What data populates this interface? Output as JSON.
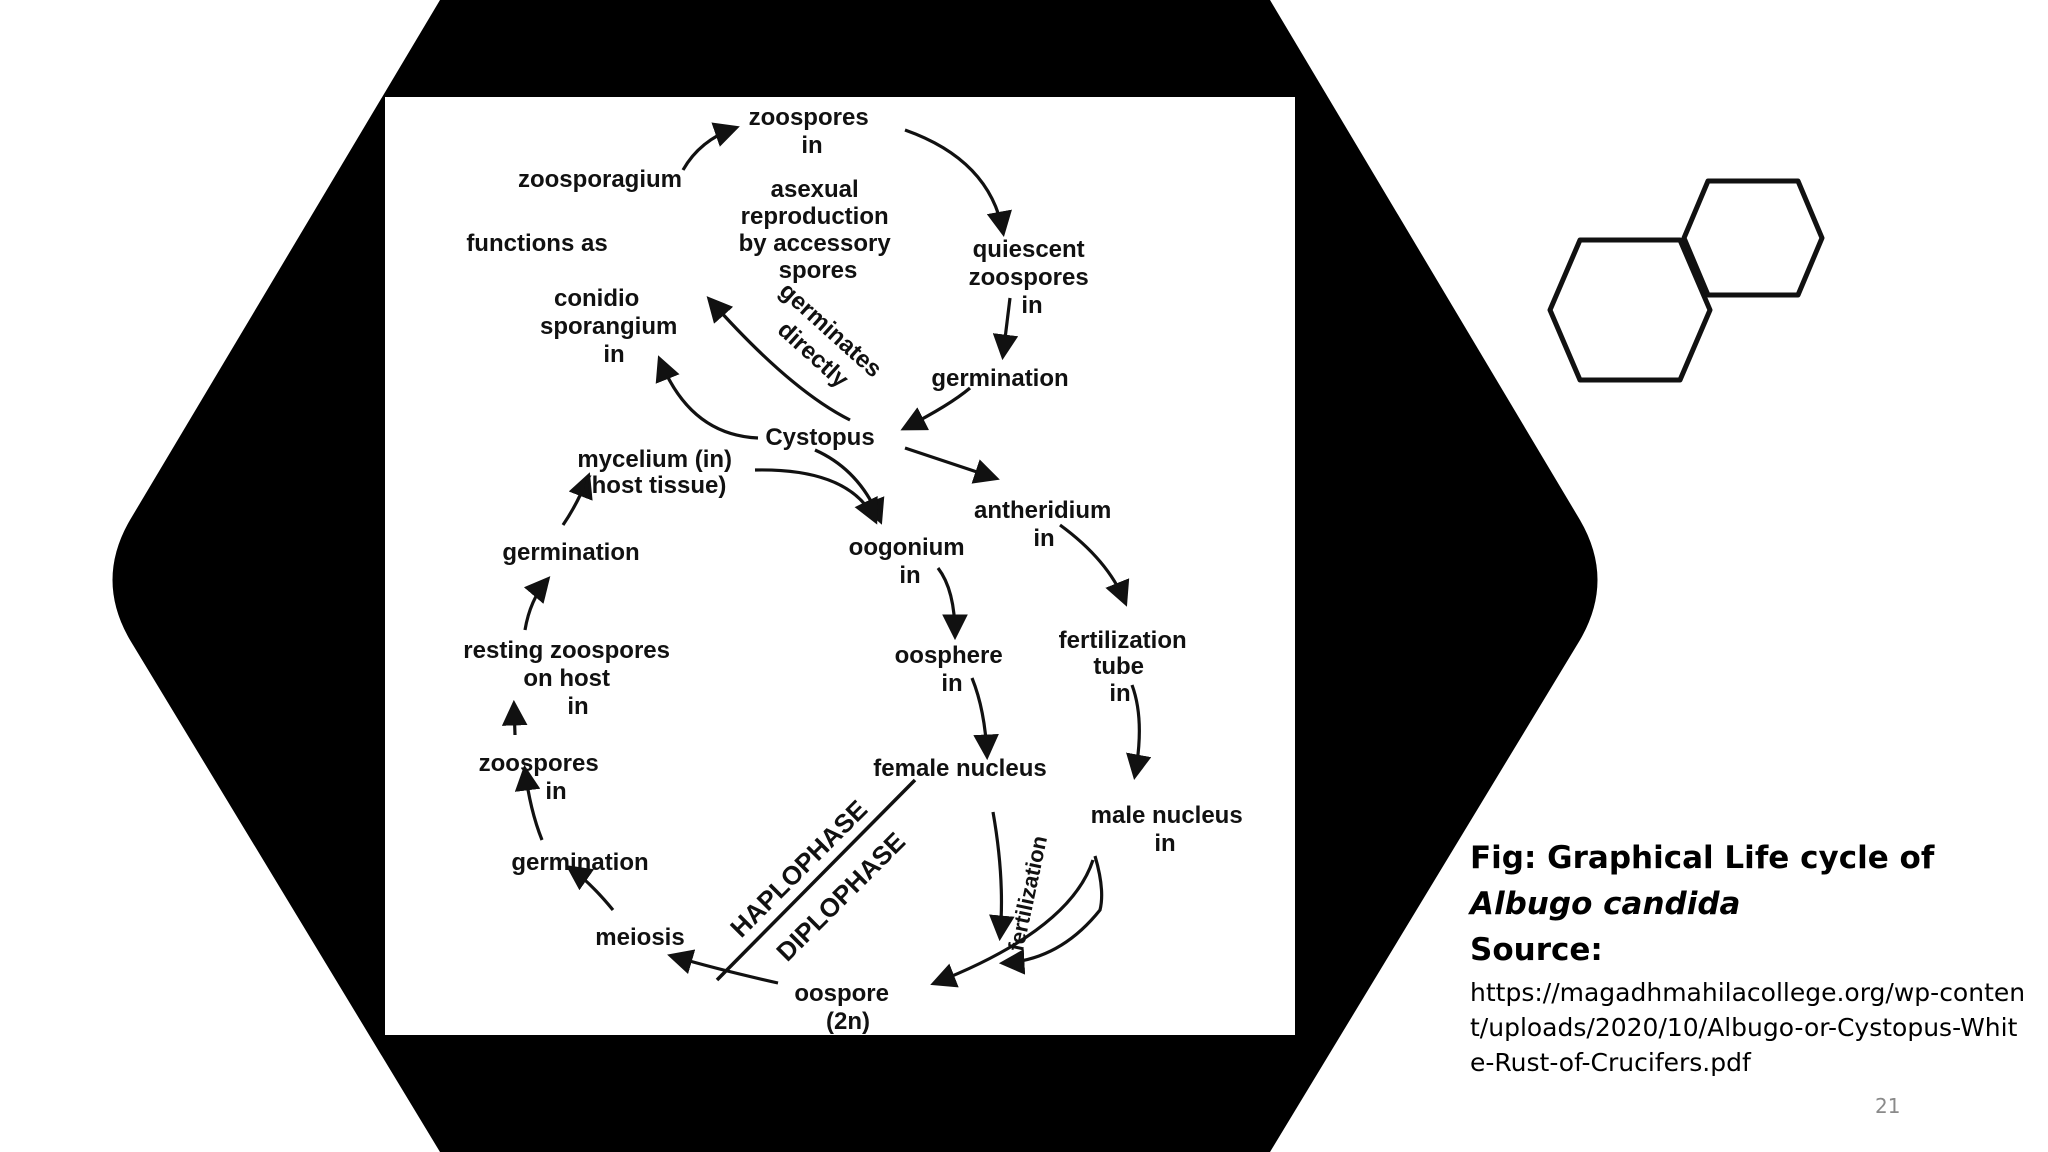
{
  "diagram": {
    "cystopus": "Cystopus",
    "asexual": [
      "asexual",
      "reproduction",
      "by accessory",
      "spores"
    ],
    "zoospores_top": [
      "zoospores",
      "in"
    ],
    "zoosporangium": "zoosporagium",
    "functions_as": "functions  as",
    "conidiosporangium": [
      "conidio",
      "sporangium",
      "in"
    ],
    "germinates_directly": [
      "germinates",
      "directly"
    ],
    "quiescent": [
      "quiescent",
      "zoospores",
      "in"
    ],
    "germination_top": "germination",
    "mycelium": [
      "mycelium   (in)",
      "(host  tissue)"
    ],
    "antheridium": [
      "antheridium",
      "in"
    ],
    "oogonium": [
      "oogonium",
      "in"
    ],
    "germination_left": "germination",
    "resting": [
      "resting zoospores",
      "on host",
      "in"
    ],
    "oosphere": [
      "oosphere",
      "in"
    ],
    "fertilization_tube": [
      "fertilization",
      "tube",
      "in"
    ],
    "female_nucleus": "female nucleus",
    "zoospores_left": [
      "zoospores",
      "in"
    ],
    "male_nucleus": [
      "male  nucleus",
      "in"
    ],
    "germination_bottom": "germination",
    "haplophase": "HAPLOPHASE",
    "diplophase": "DIPLOPHASE",
    "fertilization": "fertilization",
    "meiosis": "meiosis",
    "oospore": [
      "oospore",
      "(2n)"
    ]
  },
  "caption": {
    "title_prefix": "Fig: Graphical Life cycle of ",
    "title_species": "Albugo candida",
    "source_label": "Source:",
    "source_url": "https://magadhmahilacollege.org/wp-content/uploads/2020/10/Albugo-or-Cystopus-White-Rust-of-Crucifers.pdf"
  },
  "slide_number": "21",
  "colors": {
    "background": "#ffffff",
    "hexagon_fill": "#000000",
    "diagram_ink": "#111111"
  }
}
